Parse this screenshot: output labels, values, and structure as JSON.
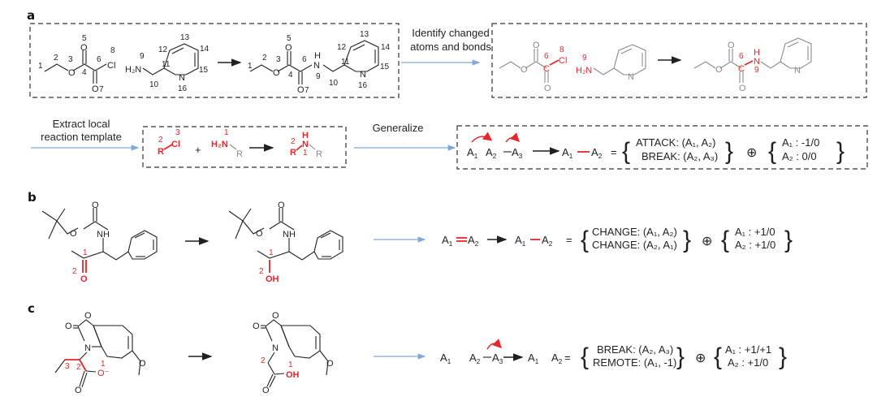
{
  "panels": {
    "a": {
      "label": "a",
      "reaction_atom_numbers": {
        "reactant1": [
          "1",
          "2",
          "3",
          "4",
          "5",
          "6",
          "7",
          "8"
        ],
        "reactant2": [
          "9",
          "10",
          "11",
          "12",
          "13",
          "14",
          "15",
          "16"
        ],
        "product": [
          "1",
          "2",
          "3",
          "4",
          "5",
          "6",
          "7",
          "9",
          "10",
          "11",
          "12",
          "13",
          "14",
          "15",
          "16"
        ]
      },
      "atoms": {
        "O": "O",
        "Cl": "Cl",
        "N": "N",
        "H": "H",
        "H2N": "H₂N",
        "C": "C",
        "R": "R"
      },
      "step1_caption": [
        "Identify changed",
        "atoms and bonds"
      ],
      "changed_labels": {
        "c6": "6",
        "cl8": "8",
        "n9": "9"
      },
      "step2_caption": [
        "Extract local",
        "reaction template"
      ],
      "template_labels": {
        "r2": "2",
        "cl3": "3",
        "n1": "1"
      },
      "plus": "+",
      "step3_caption": "Generalize",
      "formula": {
        "attack_line": "ATTACK: (A₁, A₂)",
        "break_line": "BREAK: (A₂, A₃)",
        "charge_a1": "A₁ : -1/0",
        "charge_a2": "A₂ : 0/0"
      }
    },
    "b": {
      "label": "b",
      "labels": {
        "n1": "1",
        "n2": "2"
      },
      "atoms": {
        "O": "O",
        "NH": "NH",
        "OH": "OH"
      },
      "formula": {
        "change1": "CHANGE: (A₁, A₂)",
        "change2": "CHANGE: (A₂, A₁)",
        "charge_a1": "A₁ : +1/0",
        "charge_a2": "A₂ : +1/0"
      }
    },
    "c": {
      "label": "c",
      "labels": {
        "n1": "1",
        "n2": "2",
        "n3": "3"
      },
      "atoms": {
        "O": "O",
        "N": "N",
        "Ominus": "O⁻",
        "OH": "OH"
      },
      "formula": {
        "break_line": "BREAK: (A₂, A₃)",
        "remote_line": "REMOTE: (A₁, -1)",
        "charge_a1": "A₁ : +1/+1",
        "charge_a2": "A₂ : +1/0"
      }
    }
  },
  "symbols": {
    "a": "A",
    "s1": "1",
    "s2": "2",
    "s3": "3",
    "equals": "=",
    "oplus": "⊕",
    "lbrace": "{",
    "rbrace": "}"
  },
  "colors": {
    "highlight": "#e8262b",
    "flow_arrow": "#7fa8d8",
    "ink": "#231f20",
    "muted": "#8a8a8a"
  }
}
